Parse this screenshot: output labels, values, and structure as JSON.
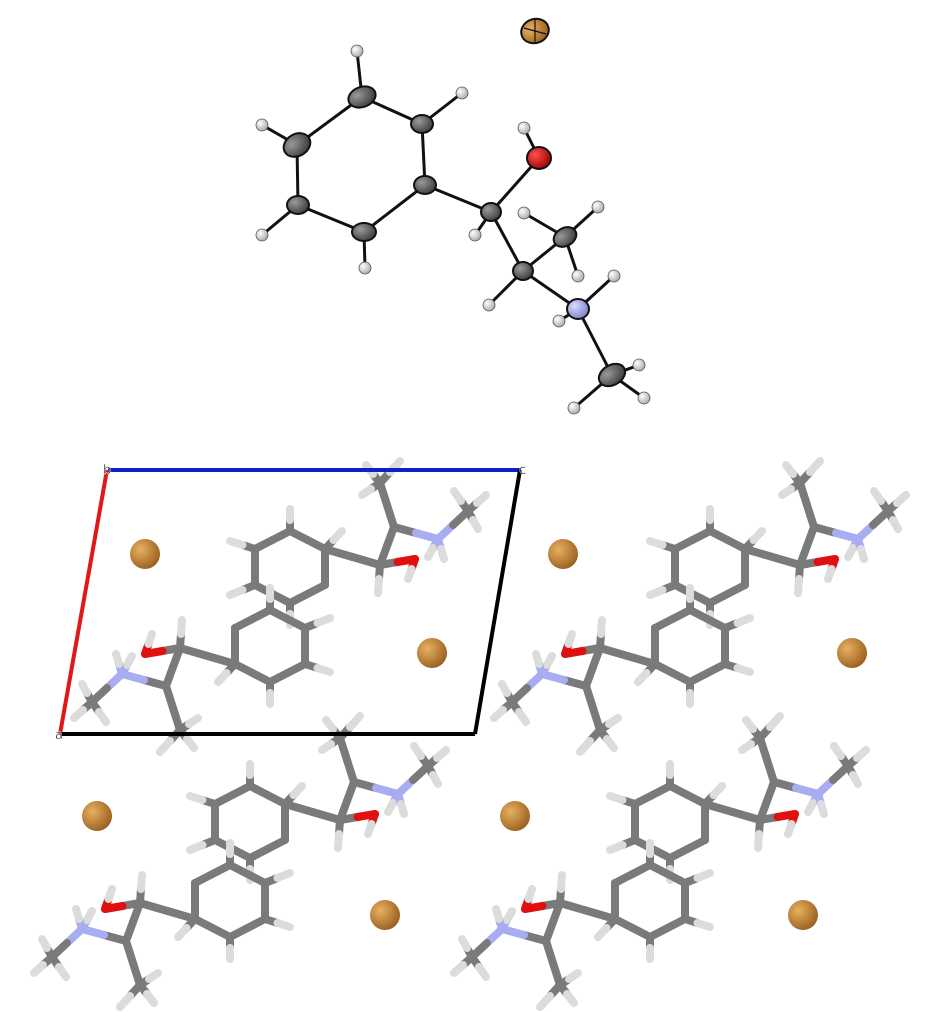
{
  "figure": {
    "cell_axis_labels": {
      "b": "b",
      "c": "c",
      "a": "a"
    },
    "colors": {
      "carbon": "#7a7a7a",
      "carbon_dark": "#4a4a4a",
      "hydrogen": "#dcdcdc",
      "oxygen": "#e01010",
      "nitrogen": "#a8acf0",
      "bromide": "#c98a36",
      "axis_a": "#e01818",
      "axis_b": "#1020c8",
      "axis_c": "#000000",
      "bond": "#111111"
    }
  }
}
